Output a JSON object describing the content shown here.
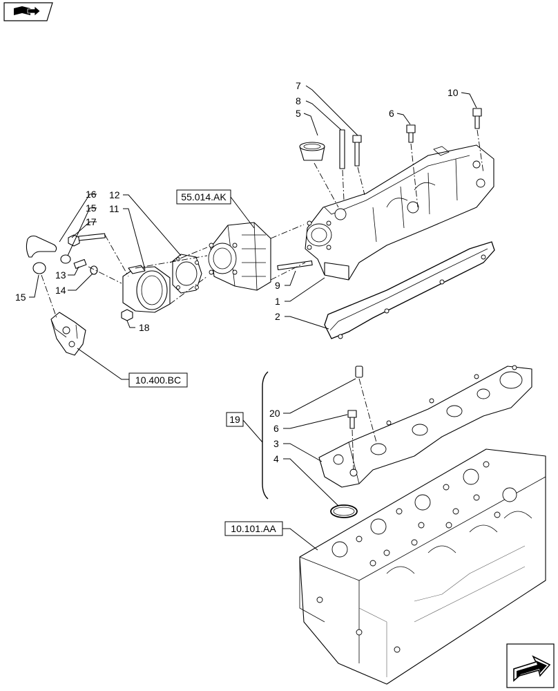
{
  "callouts": {
    "c1": "1",
    "c2": "2",
    "c3": "3",
    "c4": "4",
    "c5": "5",
    "c6a": "6",
    "c6b": "6",
    "c7": "7",
    "c8": "8",
    "c9": "9",
    "c10": "10",
    "c11": "11",
    "c12": "12",
    "c13": "13",
    "c14": "14",
    "c15a": "15",
    "c15b": "15",
    "c16": "16",
    "c17": "17",
    "c18": "18",
    "c20": "20"
  },
  "references": {
    "r1": "55.014.AK",
    "r2": "10.400.BC",
    "r3": "19",
    "r4": "10.101.AA"
  },
  "icons": {
    "top_left": "book-arrow-icon",
    "bottom_right": "next-page-arrow-icon"
  }
}
